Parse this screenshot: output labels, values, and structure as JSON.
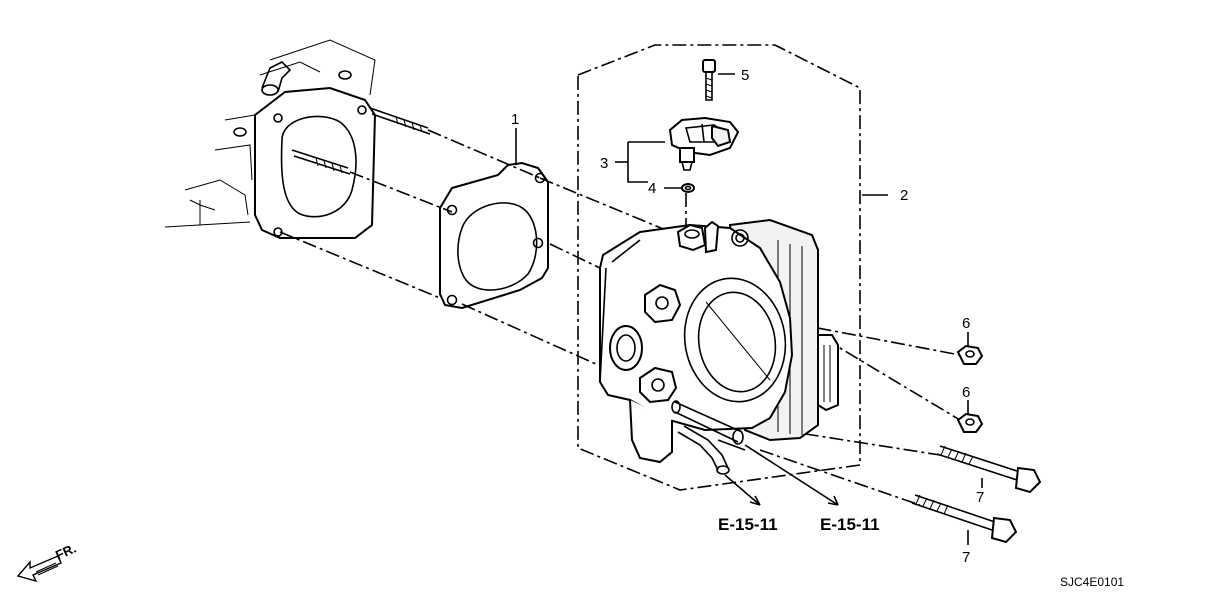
{
  "diagram": {
    "callouts": {
      "c1": "1",
      "c2": "2",
      "c3": "3",
      "c4": "4",
      "c5": "5",
      "c6a": "6",
      "c6b": "6",
      "c7a": "7",
      "c7b": "7"
    },
    "references": {
      "ref_left": "E-15-11",
      "ref_right": "E-15-11"
    },
    "direction_label": "FR.",
    "drawing_code": "SJC4E0101"
  }
}
